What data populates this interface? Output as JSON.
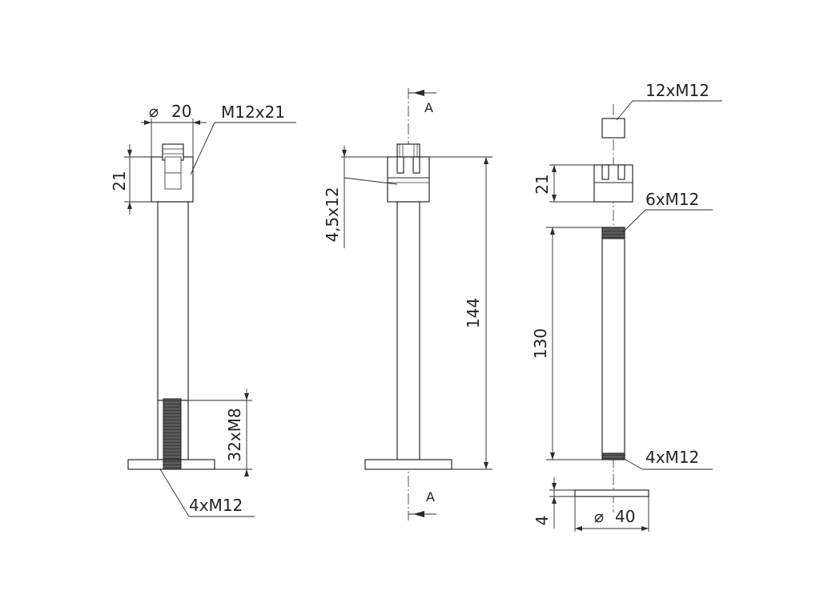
{
  "colors": {
    "line": "#2a2a2a",
    "paper": "#ffffff",
    "thread": "#555555"
  },
  "views": {
    "section": {
      "dim_diameter_top": "20",
      "diameter_symbol": "⌀",
      "thread_top": "M12x21",
      "height_top": "21",
      "thread_bottom": "32xM8",
      "thread_base": "4xM12"
    },
    "side": {
      "section_mark_top": "A",
      "section_mark_bottom": "A",
      "slot_dim": "4,5x12",
      "overall_height": "144"
    },
    "exploded": {
      "screw": "12xM12",
      "cap_height": "21",
      "thread_upper": "6xM12",
      "rod_length": "130",
      "thread_lower": "4xM12",
      "plate_thickness": "4",
      "plate_diameter": "40",
      "diameter_symbol": "⌀"
    }
  }
}
